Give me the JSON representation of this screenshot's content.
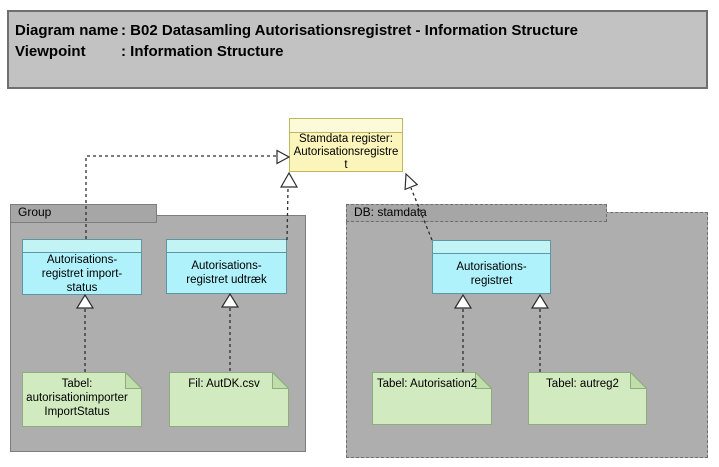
{
  "title_block": {
    "rows": [
      {
        "label": "Diagram name",
        "sep": ": ",
        "value": "B02 Datasamling Autorisationsregistret - Information Structure"
      },
      {
        "label": "Viewpoint",
        "sep": ": ",
        "value": "Information Structure"
      }
    ]
  },
  "groups": {
    "left": {
      "label": "Group"
    },
    "db": {
      "label": "DB: stamdata"
    }
  },
  "nodes": {
    "stamdata_note": {
      "lines": [
        "Stamdata register:",
        "Autorisationsregistre",
        "t"
      ]
    },
    "import_status": {
      "lines": [
        "Autorisations-",
        "registret import-",
        "status"
      ]
    },
    "udtraek": {
      "lines": [
        "Autorisations-",
        "registret udtræk"
      ]
    },
    "autorisationsregistret": {
      "lines": [
        "Autorisations-",
        "registret"
      ]
    },
    "note_importstatus": {
      "lines": [
        "Tabel:",
        "autorisationimporter",
        "ImportStatus"
      ]
    },
    "note_autdk": {
      "lines": [
        "Fil: AutDK.csv"
      ]
    },
    "note_autorisation2": {
      "lines": [
        "Tabel: Autorisation2"
      ]
    },
    "note_autreg2": {
      "lines": [
        "Tabel: autreg2"
      ]
    }
  },
  "colors": {
    "title_fill": "#c2c2c2",
    "group_fill": "#aeaeae",
    "group_tab_fill": "#a6a6a6",
    "group_border": "#7d7d7d",
    "cyan_fill": "#b0f2fb",
    "cyan_band": "#c3f4f5",
    "cyan_border": "#5e96a3",
    "yellow_fill": "#fbf5bb",
    "yellow_band": "#fdfad9",
    "yellow_border": "#bfb75f",
    "green_fill": "#d1eabf",
    "green_fold": "#bfdfaa",
    "green_border": "#8fac7c",
    "connector": "#2e2e2e"
  }
}
